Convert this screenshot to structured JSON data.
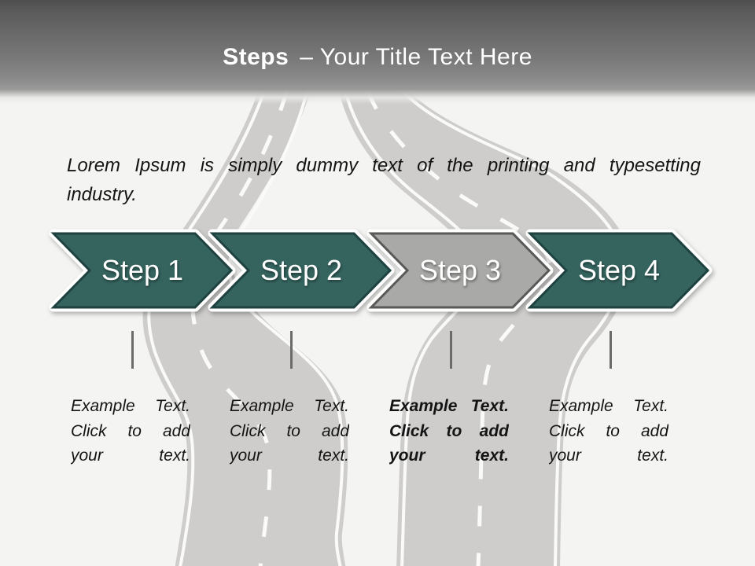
{
  "title": {
    "emphasis": "Steps",
    "rest": "– Your Title Text Here"
  },
  "intro": {
    "line1": "Lorem Ipsum is simply dummy text of the printing and typesetting",
    "line2": "industry."
  },
  "steps": [
    {
      "label": "Step 1",
      "fill": "#35645f",
      "stroke": "#1e4240",
      "emphasis": false,
      "lines": [
        "Example Text.",
        "Click to add",
        "your text."
      ]
    },
    {
      "label": "Step 2",
      "fill": "#35645f",
      "stroke": "#1e4240",
      "emphasis": false,
      "lines": [
        "Example Text.",
        "Click to add",
        "your text."
      ]
    },
    {
      "label": "Step 3",
      "fill": "#a9a9a7",
      "stroke": "#595957",
      "emphasis": true,
      "lines": [
        "Example Text.",
        "Click to add",
        "your text."
      ]
    },
    {
      "label": "Step 4",
      "fill": "#35645f",
      "stroke": "#1e4240",
      "emphasis": false,
      "lines": [
        "Example Text.",
        "Click to add",
        "your text."
      ]
    }
  ],
  "colors": {
    "background": "#f4f4f2",
    "road": "#cecdcb",
    "road_line": "#fafaf9",
    "tick": "#6b6b6b",
    "title_color": "#ffffff",
    "text_color": "#141414",
    "header_gray_top": "#4e4e4e",
    "header_gray_bottom": "#999998"
  }
}
